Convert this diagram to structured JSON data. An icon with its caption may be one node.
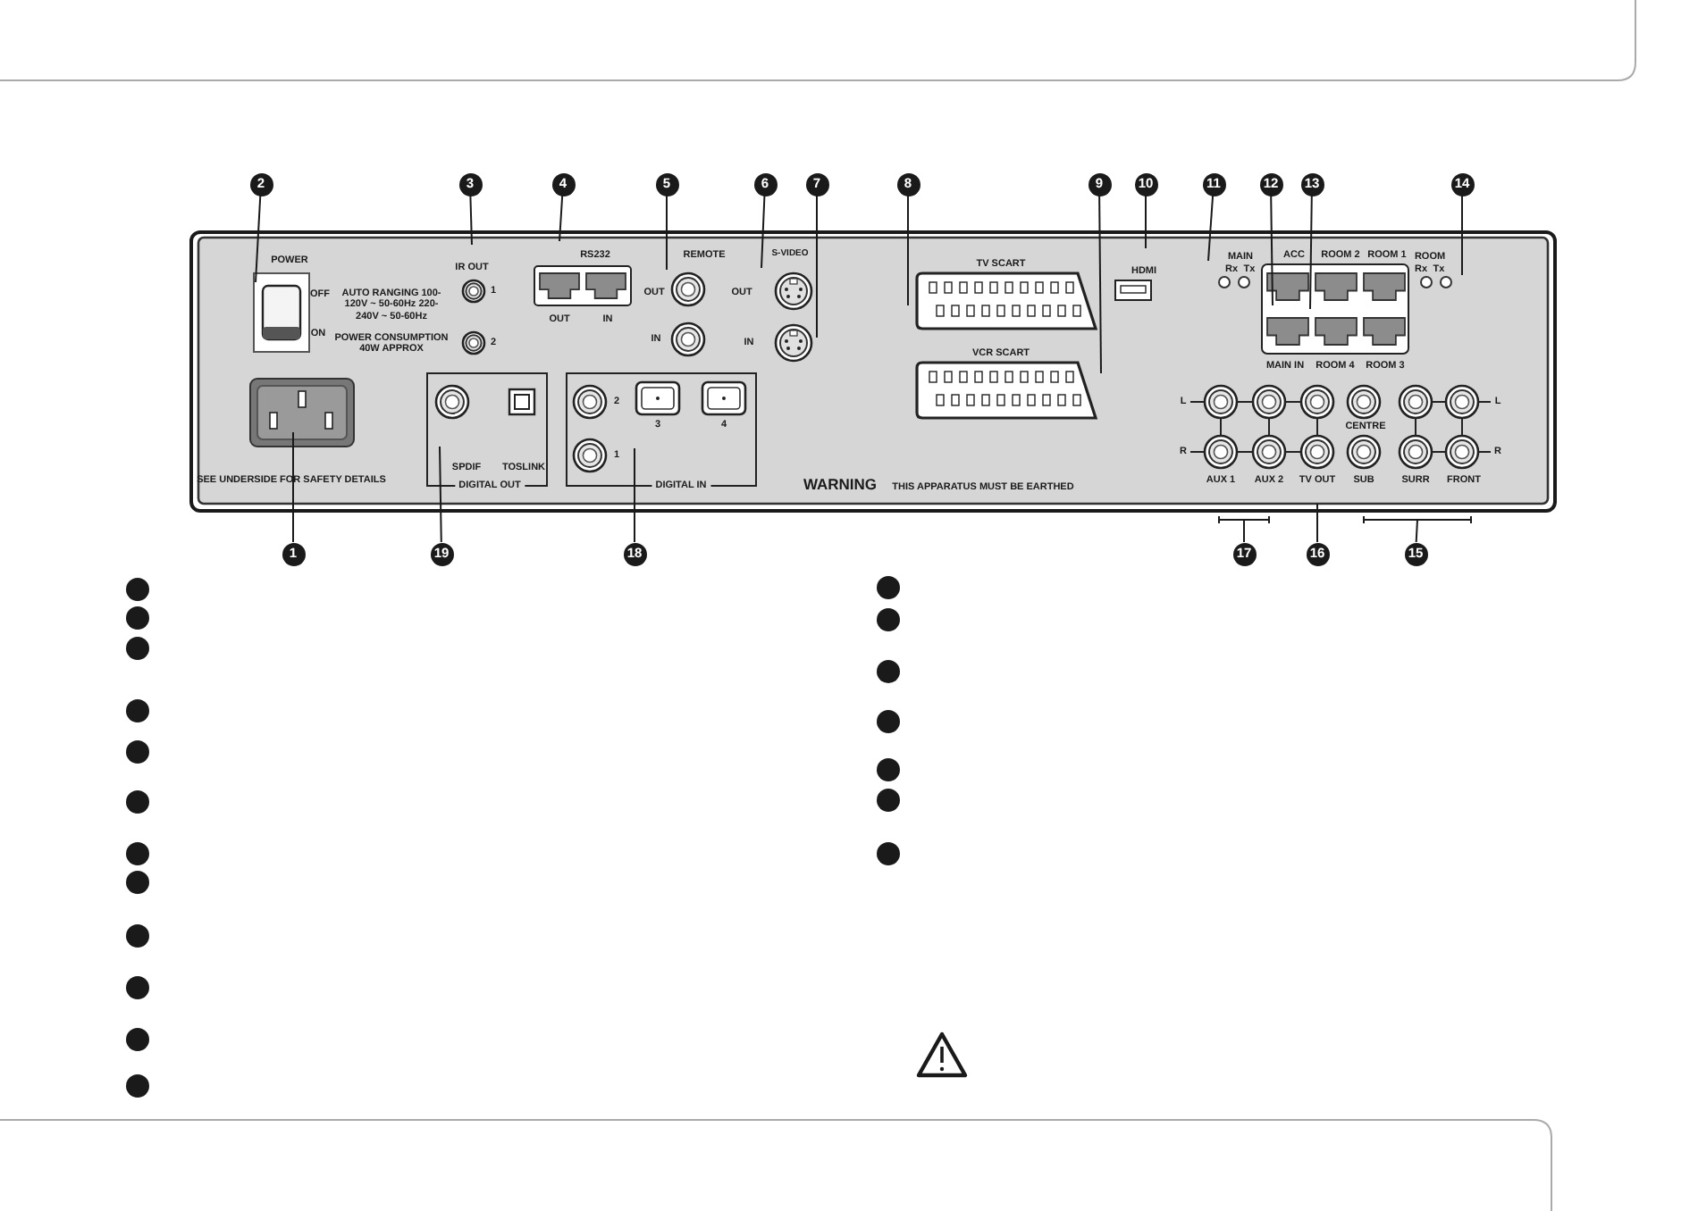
{
  "diagram": {
    "nodes": [
      {
        "text": [
          "2"
        ]
      },
      {
        "text": [
          "3"
        ]
      },
      {
        "text": [
          "4"
        ]
      },
      {
        "text": [
          "5"
        ]
      },
      {
        "text": [
          "6"
        ]
      },
      {
        "text": [
          "7"
        ]
      },
      {
        "text": [
          "8"
        ]
      },
      {
        "text": [
          "9"
        ]
      },
      {
        "text": [
          "10"
        ]
      },
      {
        "text": [
          "11"
        ]
      },
      {
        "text": [
          "12"
        ]
      },
      {
        "text": [
          "13"
        ]
      },
      {
        "text": [
          "14"
        ]
      },
      {
        "text": [
          "1"
        ]
      },
      {
        "text": [
          "19"
        ]
      },
      {
        "text": [
          "18"
        ]
      },
      {
        "text": [
          "17"
        ]
      },
      {
        "text": [
          "16"
        ]
      },
      {
        "text": [
          "15"
        ]
      }
    ],
    "edges": [
      {
        "from": 0,
        "to": null,
        "arrow": "none"
      },
      {
        "from": 1,
        "to": null,
        "arrow": "none"
      },
      {
        "from": 2,
        "to": null,
        "arrow": "none"
      },
      {
        "from": 3,
        "to": null,
        "arrow": "none"
      },
      {
        "from": 4,
        "to": null,
        "arrow": "none"
      },
      {
        "from": 5,
        "to": null,
        "arrow": "none"
      },
      {
        "from": 6,
        "to": null,
        "arrow": "none"
      },
      {
        "from": 7,
        "to": null,
        "arrow": "none"
      },
      {
        "from": 8,
        "to": null,
        "arrow": "none"
      },
      {
        "from": 9,
        "to": null,
        "arrow": "none"
      },
      {
        "from": 10,
        "to": null,
        "arrow": "none"
      },
      {
        "from": 11,
        "to": null,
        "arrow": "none"
      },
      {
        "from": 12,
        "to": null,
        "arrow": "none"
      },
      {
        "from": 13,
        "to": null,
        "arrow": "none"
      },
      {
        "from": 14,
        "to": null,
        "arrow": "none"
      },
      {
        "from": 15,
        "to": null,
        "arrow": "none"
      },
      {
        "from": 16,
        "to": null,
        "arrow": "none"
      },
      {
        "from": 17,
        "to": null,
        "arrow": "none"
      },
      {
        "from": 18,
        "to": null,
        "arrow": "none"
      }
    ],
    "labels": [
      "POWER",
      "OFF",
      "ON",
      "AUTO RANGING 100-120V ~ 50-60Hz 220-240V ~ 50-60Hz",
      "POWER CONSUMPTION 40W APPROX",
      "IR OUT",
      "1",
      "2",
      "RS232",
      "OUT",
      "IN",
      "REMOTE",
      "OUT",
      "IN",
      "S-VIDEO",
      "OUT",
      "IN",
      "TV SCART",
      "HDMI",
      "MAIN",
      "Rx",
      "Tx",
      "ACC",
      "ROOM 2",
      "ROOM 1",
      "ROOM",
      "Rx",
      "Tx",
      "VCR SCART",
      "MAIN IN",
      "ROOM 4",
      "ROOM 3",
      "2",
      "3",
      "4",
      "L",
      "CENTRE",
      "L",
      "1",
      "R",
      "R",
      "SPDIF",
      "TOSLINK",
      "DIGITAL OUT",
      "DIGITAL IN",
      "SEE UNDERSIDE FOR SAFETY DETAILS",
      "WARNING",
      "THIS APPARATUS MUST BE EARTHED",
      "AUX 1",
      "AUX 2",
      "TV OUT",
      "SUB",
      "SURR",
      "FRONT"
    ]
  }
}
